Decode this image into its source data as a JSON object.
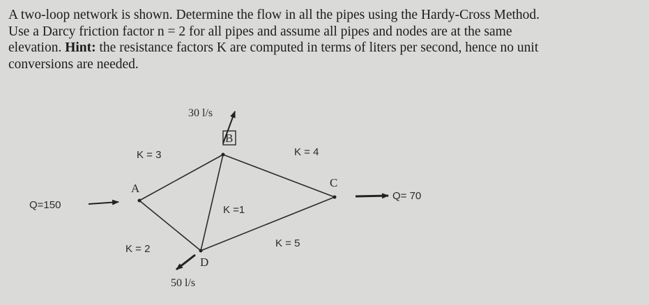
{
  "problem": {
    "line1": "A two-loop network is shown. Determine the flow in all the pipes using the Hardy-Cross Method.",
    "line2": "Use a Darcy friction factor n = 2 for all pipes and assume all pipes and nodes are at the same",
    "line3_before": "elevation. ",
    "hint_label": "Hint:",
    "line3_after": " the resistance factors K are computed in terms of liters per second, hence no unit",
    "line4": "conversions are needed."
  },
  "diagram": {
    "nodes": {
      "A": "A",
      "B": "B",
      "C": "C",
      "D": "D"
    },
    "pipes": {
      "AB": "K = 3",
      "BC": "K = 4",
      "BD": "K =1",
      "AD": "K = 2",
      "DC": "K = 5"
    },
    "flows": {
      "inflow_A": "Q=150",
      "outflow_B": "30 l/s",
      "outflow_C": "Q= 70",
      "outflow_D": "50 l/s"
    }
  }
}
